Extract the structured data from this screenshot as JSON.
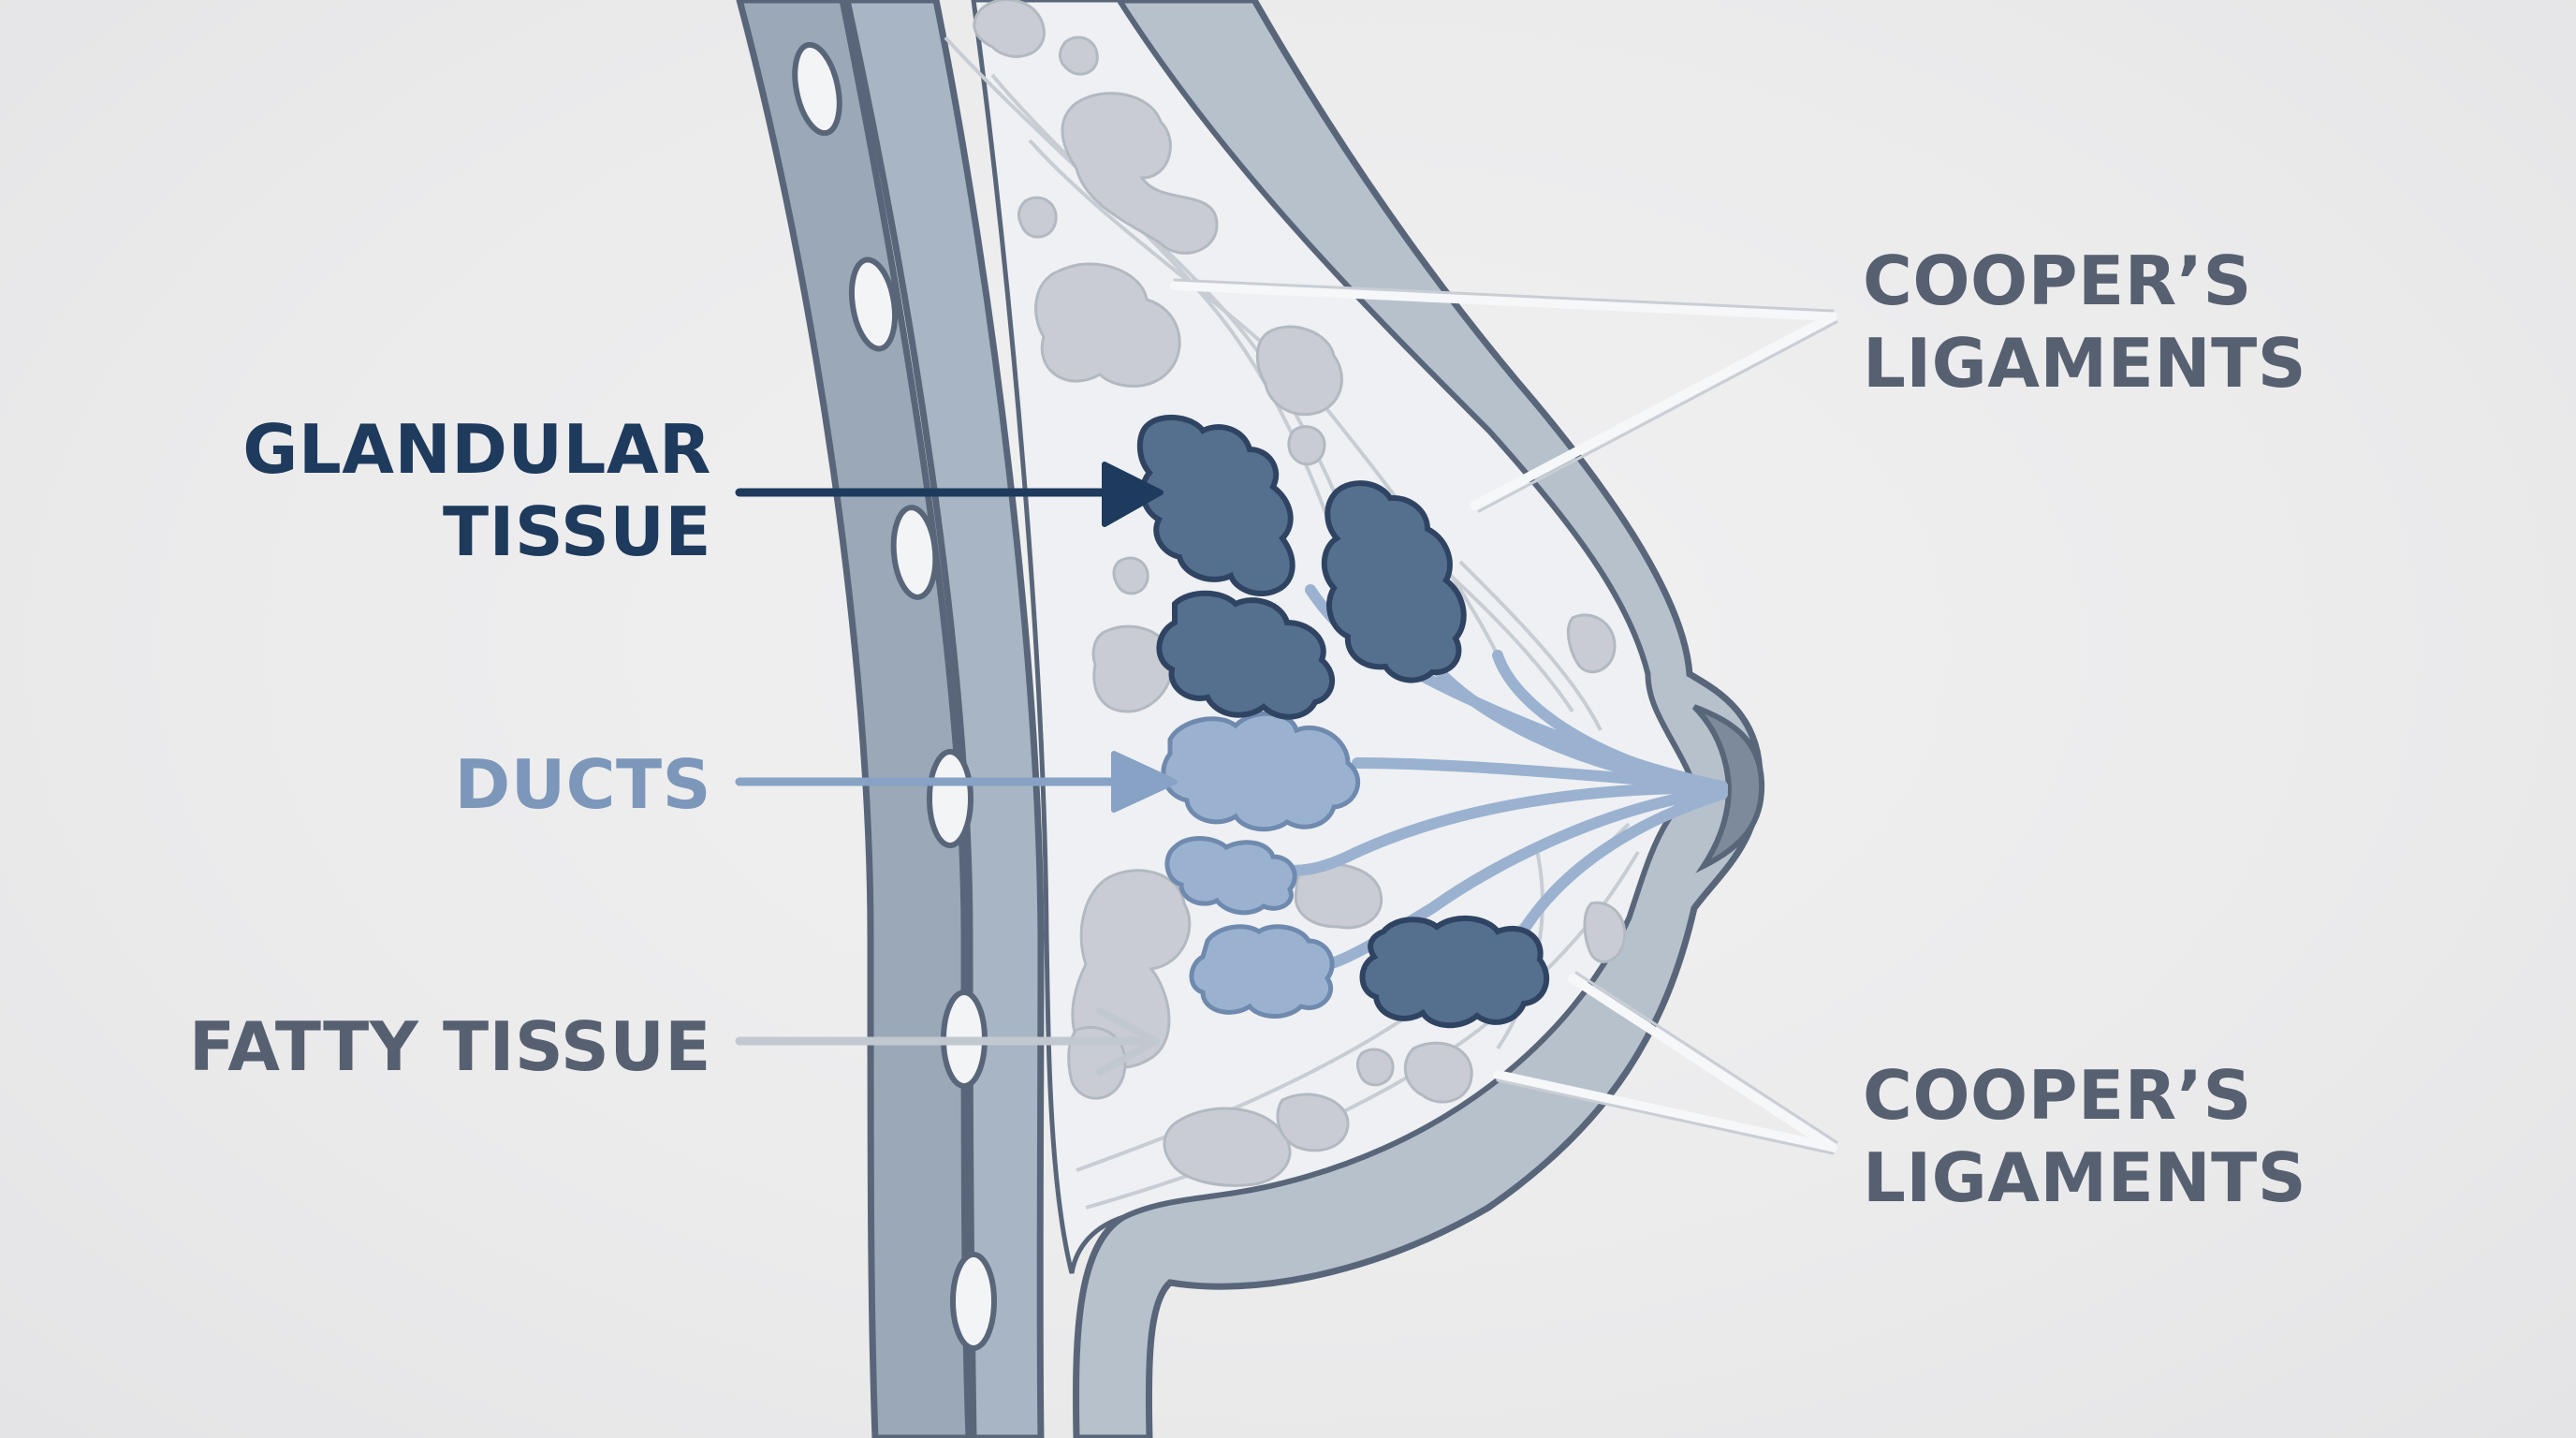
{
  "colors": {
    "background": "#ededee",
    "glandular": "#556f8f",
    "glandular_text": "#1e3a5c",
    "ducts": "#9ab2d0",
    "ducts_text": "#7c97b9",
    "fatty": "#c9cdd3",
    "fatty_text": "#566070",
    "ligament_text": "#566070",
    "outline": "#59667a",
    "skin": "#b7c1cc",
    "chest_wall": "#9aa8b8"
  },
  "labels": {
    "glandular": {
      "line1": "GLANDULAR",
      "line2": "TISSUE"
    },
    "ducts": "DUCTS",
    "fatty": "FATTY TISSUE",
    "coopers_top": {
      "line1": "COOPER’S",
      "line2": "LIGAMENTS"
    },
    "coopers_bottom": {
      "line1": "COOPER’S",
      "line2": "LIGAMENTS"
    }
  }
}
